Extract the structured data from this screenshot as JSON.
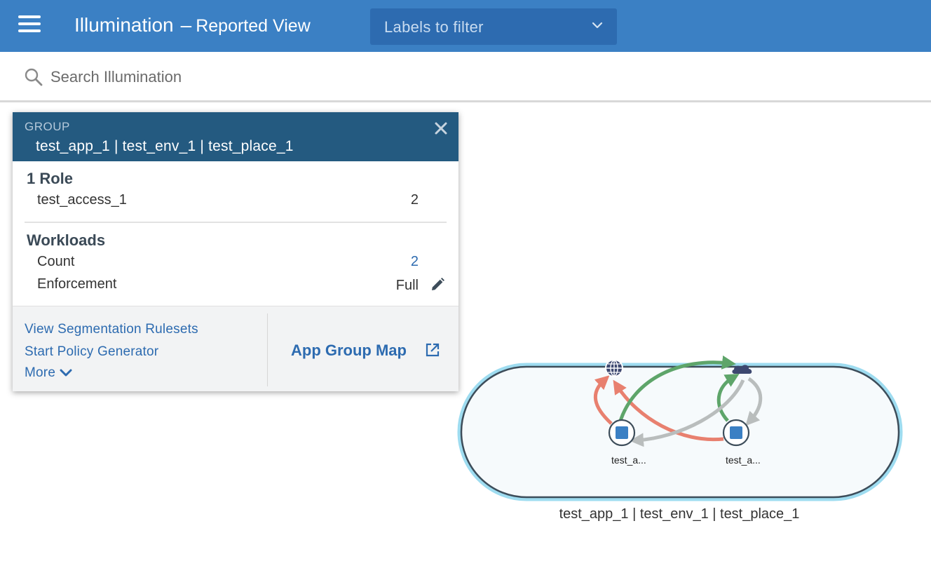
{
  "header": {
    "app_name": "Illumination",
    "separator": "–",
    "view_name": "Reported View",
    "label_filter_placeholder": "Labels to filter"
  },
  "search": {
    "placeholder": "Search Illumination"
  },
  "group_card": {
    "kind": "GROUP",
    "name": "test_app_1 | test_env_1 | test_place_1",
    "roles_title": "1 Role",
    "roles": [
      {
        "label": "test_access_1",
        "count": "2"
      }
    ],
    "workloads_title": "Workloads",
    "count_label": "Count",
    "count_value": "2",
    "enforcement_label": "Enforcement",
    "enforcement_value": "Full",
    "links": {
      "view_rulesets": "View Segmentation Rulesets",
      "policy_generator": "Start Policy Generator",
      "more": "More"
    },
    "app_group_map": "App Group Map"
  },
  "map": {
    "group_label": "test_app_1 | test_env_1 | test_place_1",
    "workload_nodes": [
      {
        "label": "test_a..."
      },
      {
        "label": "test_a..."
      }
    ],
    "colors": {
      "denied": "#e8806f",
      "allowed": "#5ea56a",
      "potential": "#b9bdbd",
      "workload": "#3b80c4",
      "group_fill": "#f6fafc",
      "group_border": "#3d4d5a"
    }
  }
}
